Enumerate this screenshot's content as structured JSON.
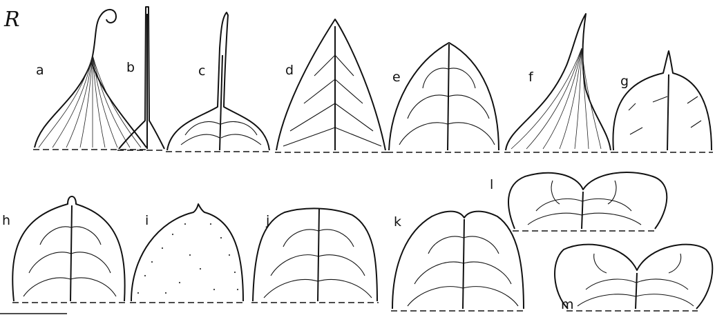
{
  "corner_mark": "R",
  "labels": {
    "a": "a",
    "b": "b",
    "c": "c",
    "d": "d",
    "e": "e",
    "f": "f",
    "g": "g",
    "h": "h",
    "i": "i",
    "j": "j",
    "k": "k",
    "l": "l",
    "m": "m"
  },
  "colors": {
    "ink": "#111111",
    "paper": "#ffffff"
  }
}
